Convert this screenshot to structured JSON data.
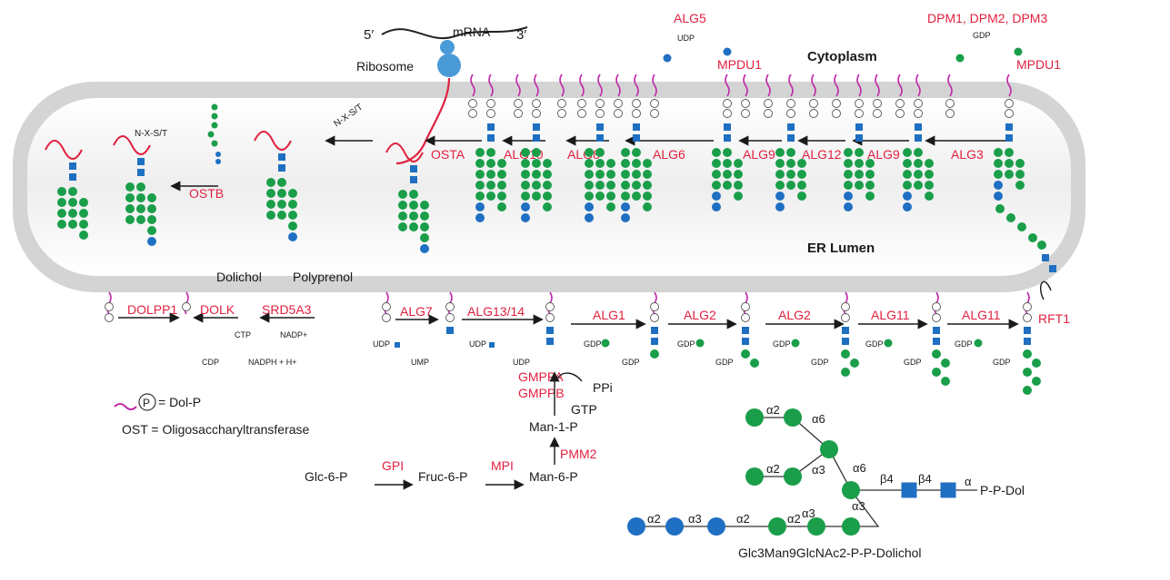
{
  "labels": {
    "mrna": "mRNA",
    "five_prime": "5′",
    "three_prime": "3′",
    "ribosome": "Ribosome",
    "cytoplasm": "Cytoplasm",
    "er_lumen": "ER Lumen",
    "dolichol": "Dolichol",
    "polyprenol": "Polyprenol",
    "nxst": "N-X-S/T",
    "dol_p_legend": "= Dol-P",
    "ost_legend": "OST = Oligosaccharyltransferase",
    "glycan_name": "Glc3Man9GlcNAc2-P-P-Dolichol",
    "p_p_dol": "P-P-Dol"
  },
  "enzymes_cytoplasm_top": {
    "alg5": "ALG5",
    "mpdu1_a": "MPDU1",
    "dpm": "DPM1, DPM2, DPM3",
    "mpdu1_b": "MPDU1"
  },
  "enzymes_lumen": [
    "OSTA",
    "ALG10",
    "ALG8",
    "ALG6",
    "ALG9",
    "ALG12",
    "ALG9",
    "ALG3"
  ],
  "ostb": "OSTB",
  "enzymes_cytoplasm_bottom": [
    "DOLPP1",
    "DOLK",
    "SRD5A3",
    "ALG7",
    "ALG13/14",
    "ALG1",
    "ALG2",
    "ALG2",
    "ALG11",
    "ALG11",
    "RFT1"
  ],
  "cofactors": {
    "udp": "UDP",
    "gdp": "GDP",
    "ctp": "CTP",
    "cdp": "CDP",
    "nadp": "NADP+",
    "nadph": "NADPH + H+",
    "ump": "UMP",
    "gtp": "GTP",
    "ppi": "PPi",
    "p": "P"
  },
  "sugar_pathway": {
    "metabolites": [
      "Glc-6-P",
      "Fruc-6-P",
      "Man-6-P",
      "Man-1-P"
    ],
    "enzymes": [
      "GPI",
      "MPI",
      "PMM2",
      "GMPPA",
      "GMPPB"
    ]
  },
  "linkages": [
    "α2",
    "α6",
    "α6",
    "α2",
    "α3",
    "β4",
    "β4",
    "α",
    "α2",
    "α3",
    "α3",
    "α2",
    "α2",
    "α3"
  ],
  "colors": {
    "enzyme": "#e0213f",
    "mannose": "#1a9e4a",
    "glucose": "#1f6fc2",
    "glcnac": "#1f6fc2",
    "dolichol": "#c02aa8",
    "membrane": "#d6d6d6"
  }
}
